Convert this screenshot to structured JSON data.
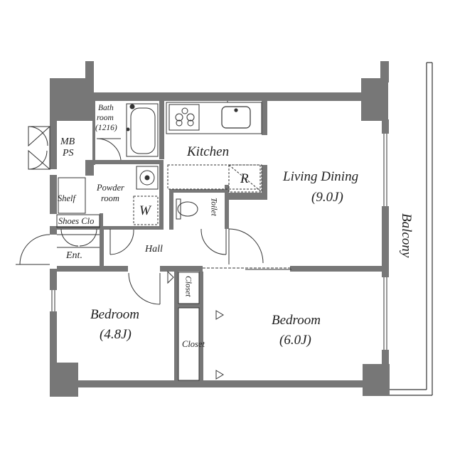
{
  "floor_plan": {
    "rooms": {
      "kitchen": "Kitchen",
      "living_dining": "Living Dining",
      "living_dining_size": "(9.0J)",
      "bedroom_left": "Bedroom",
      "bedroom_left_size": "(4.8J)",
      "bedroom_right": "Bedroom",
      "bedroom_right_size": "(6.0J)",
      "bath_line1": "Bath",
      "bath_line2": "room",
      "bath_line3": "(1216)",
      "powder_line1": "Powder",
      "powder_line2": "room",
      "hall": "Hall",
      "entrance": "Ent.",
      "toilet": "Toilet",
      "balcony": "Balcony"
    },
    "fixtures": {
      "mb": "MB",
      "ps": "PS",
      "shelf": "Shelf",
      "shoes_closet": "Shoes Clo",
      "washer": "W",
      "refrigerator": "R",
      "closet_small": "Closet",
      "closet_large": "Closet"
    }
  }
}
